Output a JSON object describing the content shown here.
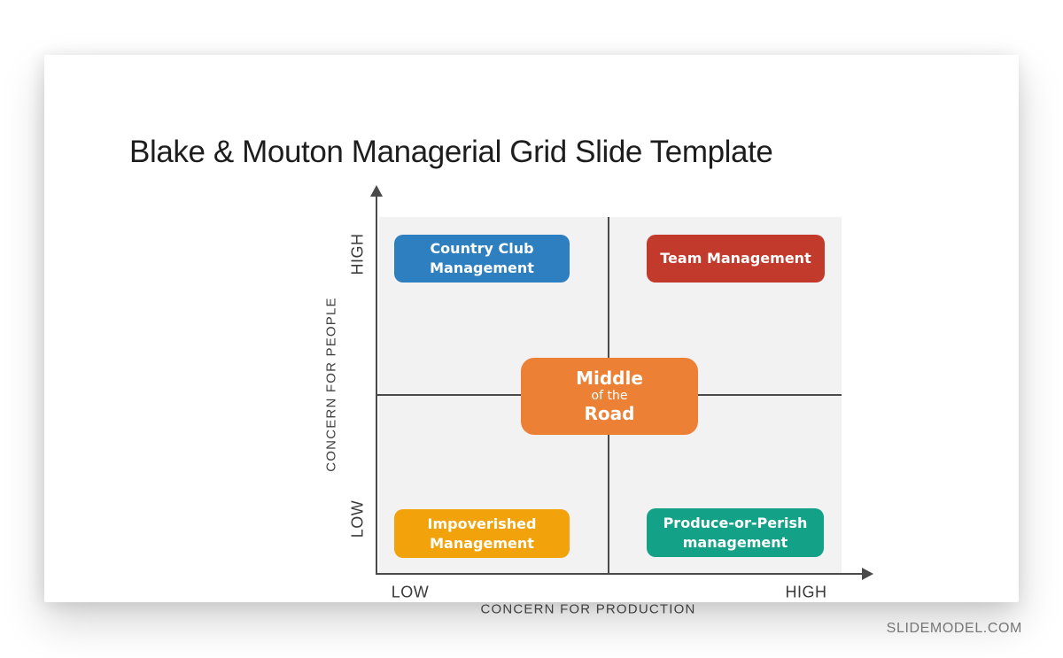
{
  "slide": {
    "title": "Blake & Mouton Managerial Grid Slide Template",
    "watermark": "SLIDEMODEL.COM"
  },
  "matrix": {
    "y_axis": {
      "name": "CONCERN FOR PEOPLE",
      "top_tick": "HIGH",
      "bottom_tick": "LOW"
    },
    "x_axis": {
      "name": "CONCERN FOR PRODUCTION",
      "left_tick": "LOW",
      "right_tick": "HIGH"
    },
    "quadrants": {
      "top_left": {
        "line1": "Country Club",
        "line2": "Management",
        "color": "#2E7FC0"
      },
      "top_right": {
        "line1": "Team Management",
        "color": "#C23A2B"
      },
      "center": {
        "line1": "Middle",
        "line2": "of the",
        "line3": "Road",
        "color": "#EC8136"
      },
      "bottom_left": {
        "line1": "Impoverished",
        "line2": "Management",
        "color": "#F2A30C"
      },
      "bottom_right": {
        "line1": "Produce-or-Perish",
        "line2": "management",
        "color": "#13A287"
      }
    },
    "style": {
      "plot_background": "#F2F2F2",
      "axis_color": "#4A4A4A"
    }
  }
}
